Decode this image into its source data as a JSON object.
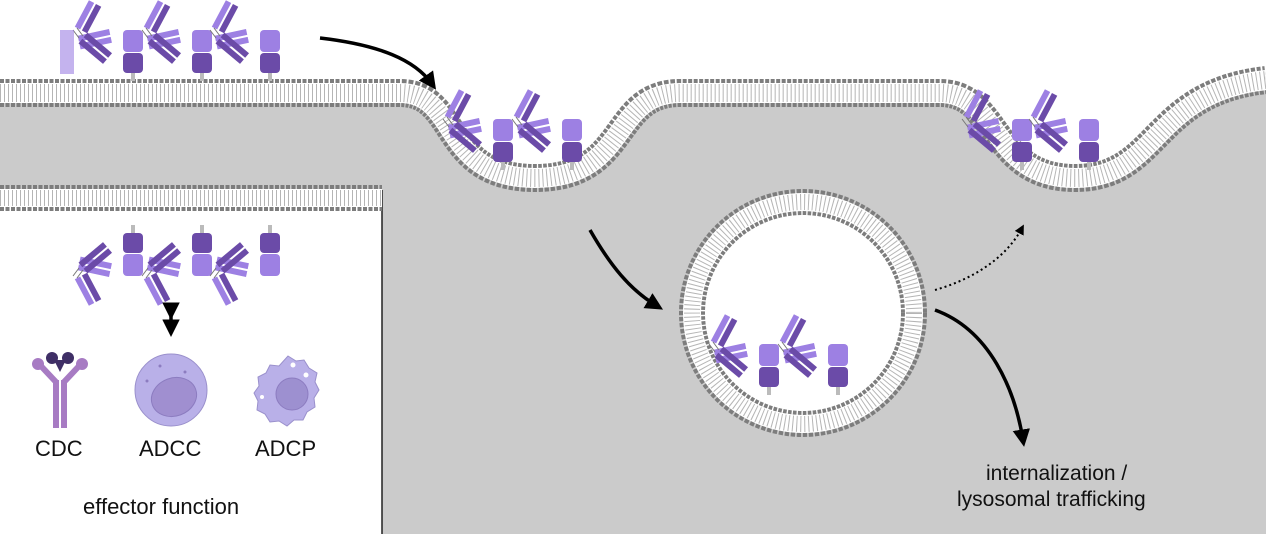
{
  "colors": {
    "cytoplasm": "#cbcbcb",
    "membrane_head": "#7d7d7d",
    "antibody_light": "#9d80e3",
    "antibody_dark": "#6b4ba8",
    "cell": "#b9b0e8"
  },
  "effector": {
    "items": [
      {
        "label": "CDC",
        "icon": "complement-icon"
      },
      {
        "label": "ADCC",
        "icon": "nk-cell-icon"
      },
      {
        "label": "ADCP",
        "icon": "macrophage-icon"
      }
    ],
    "caption": "effector function"
  },
  "pathway": {
    "line1": "internalization /",
    "line2": "lysosomal trafficking"
  }
}
